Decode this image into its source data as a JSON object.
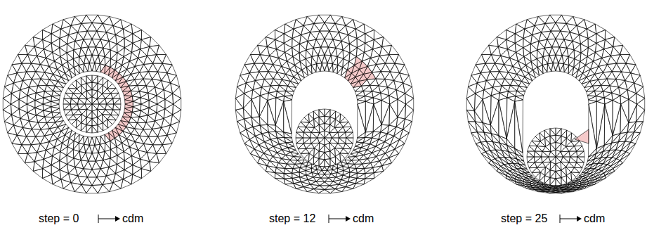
{
  "diagram": {
    "labels": [
      "step = 0",
      "cdm",
      "step = 12",
      "cdm",
      "step = 25",
      "cdm"
    ]
  }
}
